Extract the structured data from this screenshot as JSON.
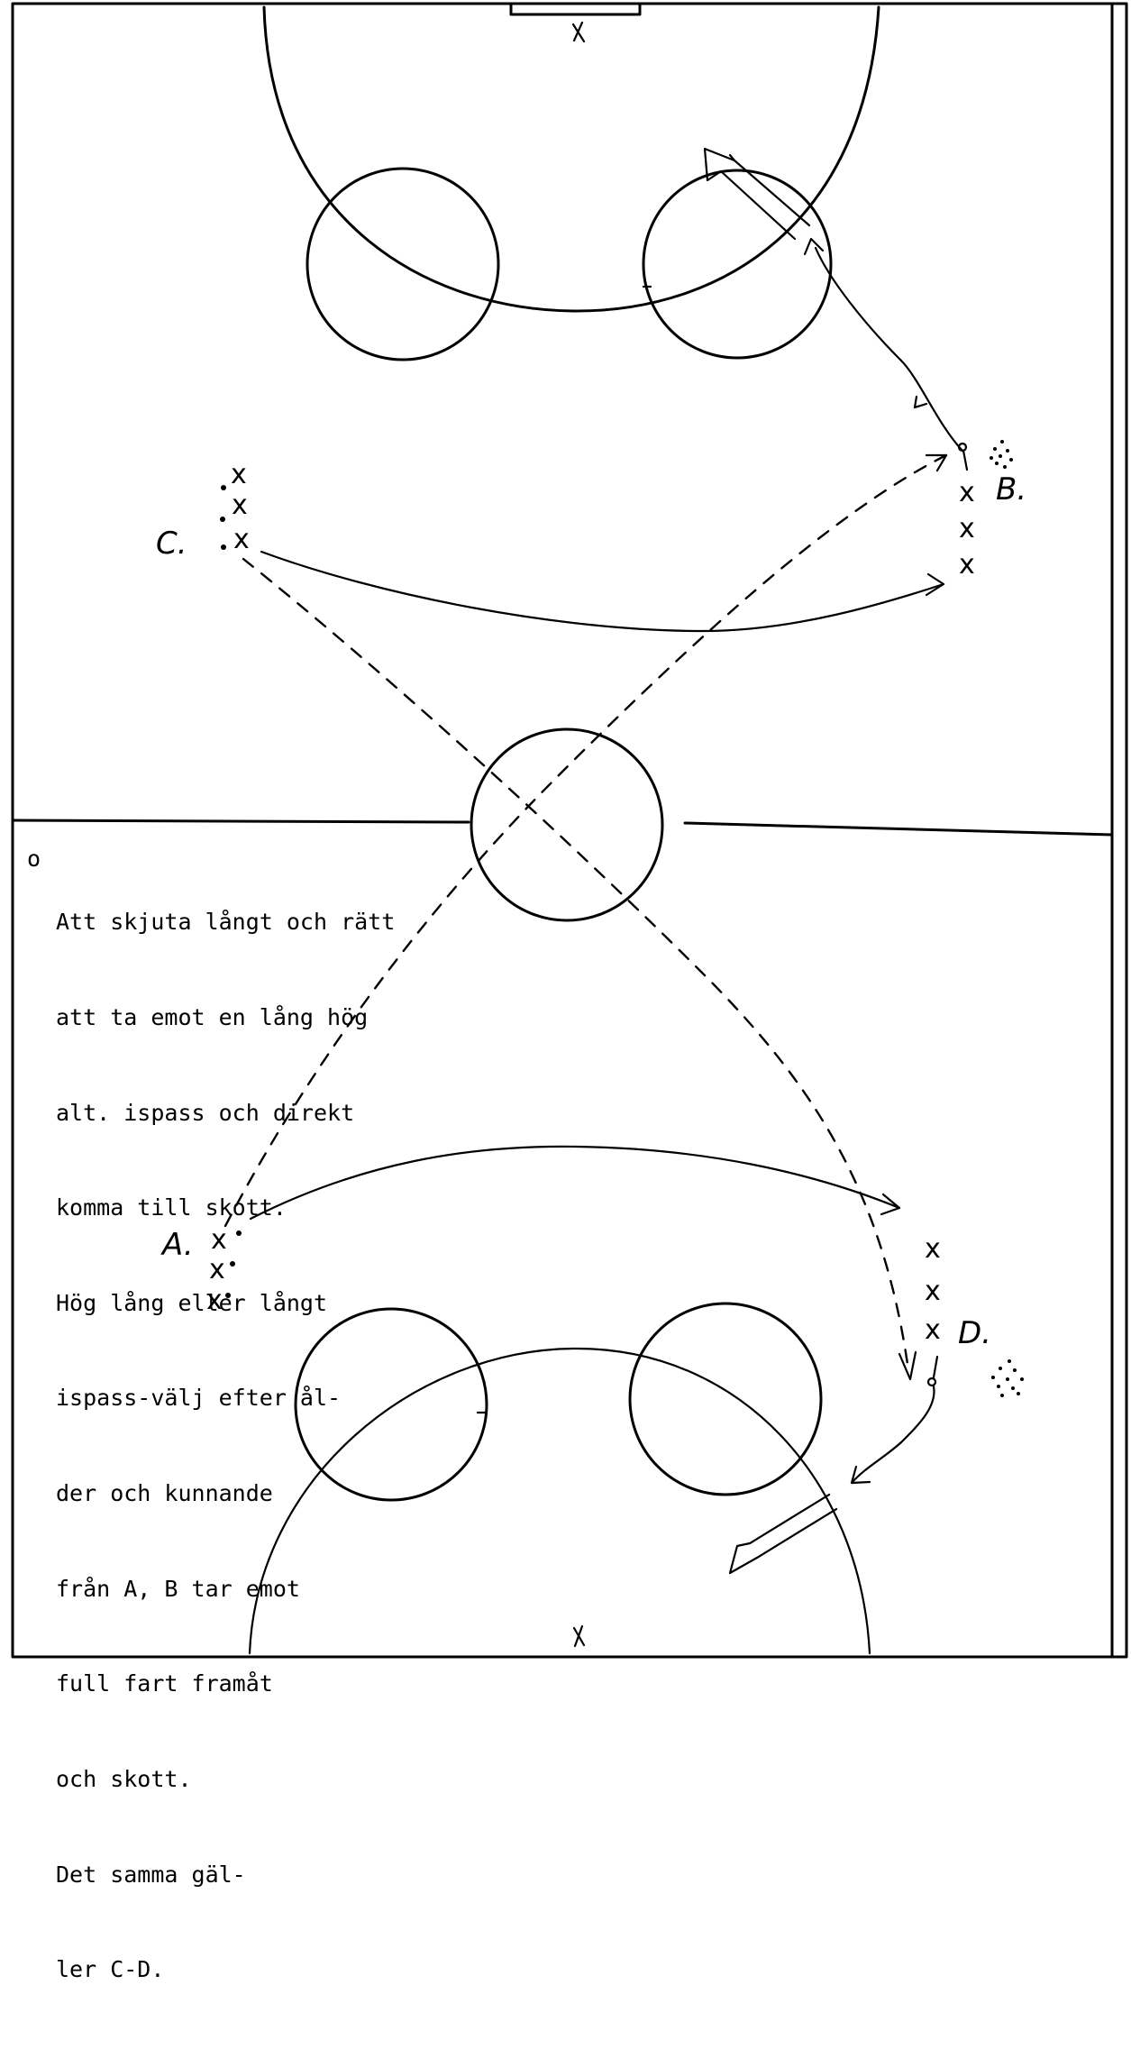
{
  "labels": {
    "a": "A.",
    "b": "B.",
    "c": "C.",
    "d": "D."
  },
  "player_marker": "x",
  "note": {
    "bullet": "o",
    "lines": [
      "Att skjuta långt och rätt",
      "att ta emot en lång hög",
      "alt. ispass och direkt",
      "komma till skott.",
      "Hög lång eller långt",
      "ispass-välj efter ål-",
      "der och kunnande",
      "från A, B tar emot",
      "full fart framåt",
      "och skott.",
      "Det samma gäl-",
      "ler C-D."
    ]
  }
}
